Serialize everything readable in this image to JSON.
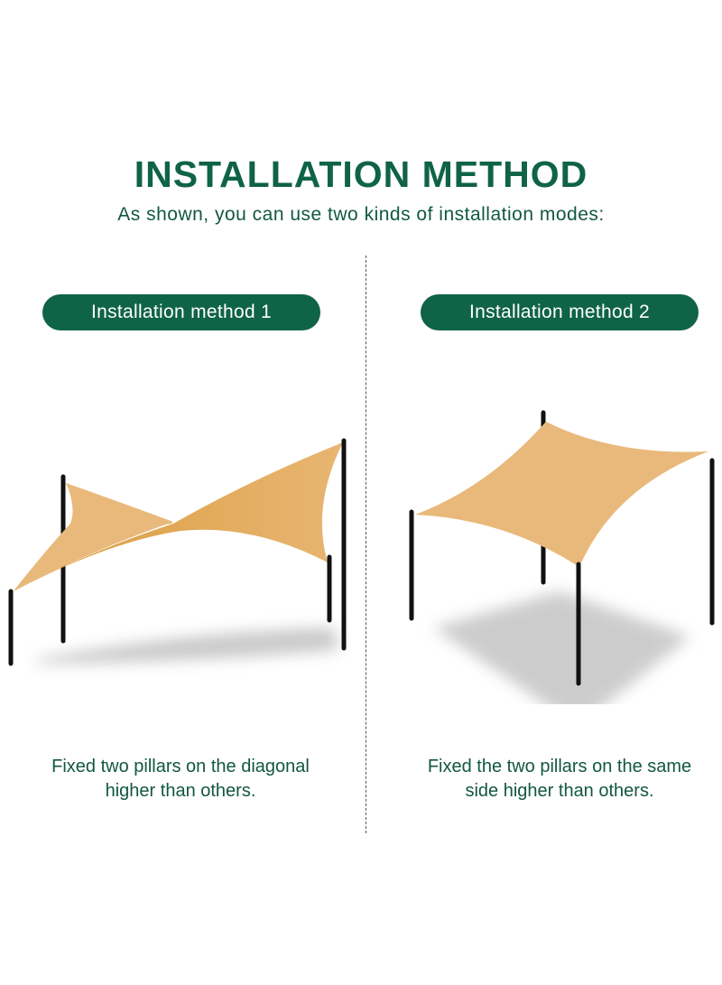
{
  "header": {
    "title": "INSTALLATION METHOD",
    "subtitle": "As shown, you can use two kinds of installation modes:"
  },
  "methods": [
    {
      "label": "Installation method 1",
      "caption_line1": "Fixed two pillars on the diagonal",
      "caption_line2": "higher than others."
    },
    {
      "label": "Installation method 2",
      "caption_line1": "Fixed the two pillars on the same",
      "caption_line2": "side higher than others."
    }
  ],
  "colors": {
    "brand_green": "#0f6347",
    "sail": "#e8b97a",
    "sail_dark": "#dda04a",
    "pole": "#111111"
  }
}
